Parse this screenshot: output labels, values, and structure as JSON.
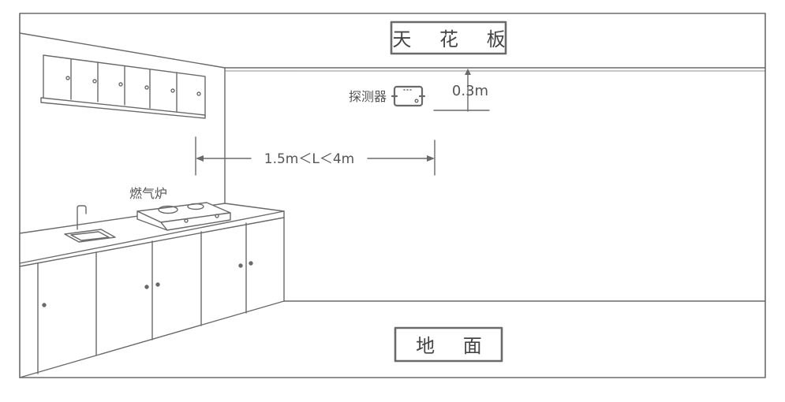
{
  "labels": {
    "ceiling": "天 花 板",
    "floor": "地  面",
    "detector": "探测器",
    "distance": "1.5m＜L＜4m",
    "ceiling_gap": "0.3m",
    "gas_stove": "燃气炉"
  },
  "colors": {
    "line": "#666666",
    "text": "#555555"
  }
}
